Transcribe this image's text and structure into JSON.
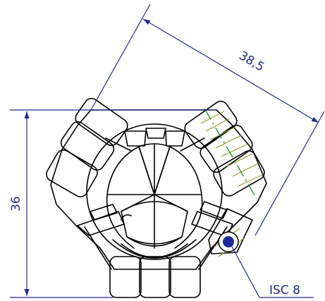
{
  "dimensions": {
    "diagonal_label": "38,5",
    "vertical_label": "36"
  },
  "callout": {
    "label": "ISC 8"
  },
  "colors": {
    "dimension_line": "#1f2a8c",
    "outline": "#000000",
    "centerline": "#1a8f1a",
    "thread_hatch": "#9a9a2a",
    "marker_fill": "#1f2a9a",
    "background": "#ffffff"
  }
}
